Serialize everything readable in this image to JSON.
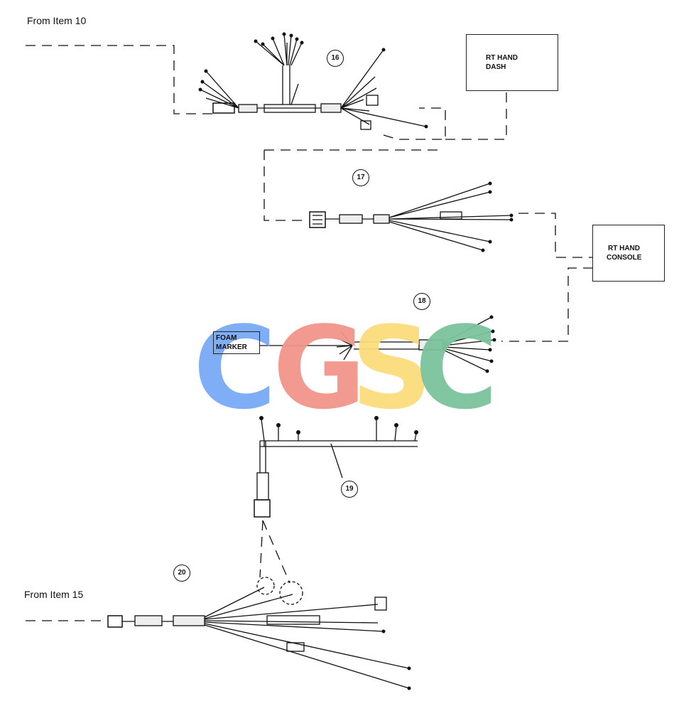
{
  "labels": {
    "from_item_10": "From Item 10",
    "from_item_15": "From Item 15"
  },
  "boxes": {
    "rt_hand_dash": [
      "RT HAND",
      "DASH"
    ],
    "rt_hand_console": [
      "RT HAND",
      "CONSOLE"
    ],
    "foam_marker": [
      "FOAM",
      "MARKER"
    ]
  },
  "callouts": {
    "item_16": "16",
    "item_17": "17",
    "item_18": "18",
    "item_19": "19",
    "item_20": "20"
  },
  "watermark": {
    "letters": [
      "C",
      "G",
      "S",
      "C"
    ],
    "colors": [
      "#7aaaf6",
      "#f2958a",
      "#fbdc7c",
      "#7cc39c"
    ]
  }
}
